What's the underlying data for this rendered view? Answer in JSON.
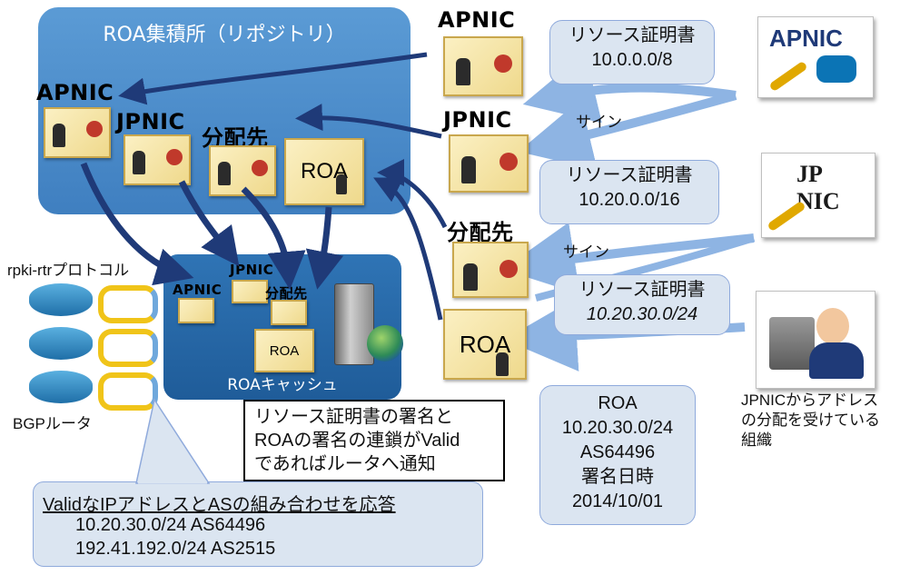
{
  "repository": {
    "title": "ROA集積所（リポジトリ）"
  },
  "cache": {
    "title": "ROAキャッシュ"
  },
  "certs": {
    "apnic": "APNIC",
    "jpnic": "JPNIC",
    "bunpaisaki": "分配先",
    "roa": "ROA"
  },
  "callouts": {
    "apnic_cert": [
      "リソース証明書",
      "10.0.0.0/8"
    ],
    "jpnic_cert": [
      "リソース証明書",
      "10.20.0.0/16"
    ],
    "bunpai_cert": [
      "リソース証明書",
      "10.20.30.0/24"
    ],
    "roa_info": [
      "ROA",
      "10.20.30.0/24",
      "AS64496",
      "署名日時",
      "2014/10/01"
    ]
  },
  "labels": {
    "sign1": "サイン",
    "sign2": "サイン",
    "rpki_rtr": "rpki-rtrプロトコル",
    "bgp_router": "BGPルータ",
    "org": [
      "JPNICからアドレス",
      "の分配を受けている",
      "組織"
    ]
  },
  "note": [
    "リソース証明書の署名と",
    "ROAの署名の連鎖がValid",
    "であればルータへ通知"
  ],
  "response": {
    "heading": "ValidなIPアドレスとASの組み合わせを応答",
    "rows": [
      "10.20.30.0/24 AS64496",
      "192.41.192.0/24 AS2515"
    ]
  },
  "logos": {
    "apnic_ap": "AP",
    "apnic_nic": "NIC",
    "jpnic_jp": "JP",
    "jpnic_nic": "NIC"
  },
  "colors": {
    "repository": "#5b9bd5",
    "cache": "#2f74b5",
    "dark_arrow": "#1f3a78",
    "light_arrow": "#8eb4e3",
    "callout_fill": "#dbe5f1",
    "certificate": "#f3e3a4"
  }
}
